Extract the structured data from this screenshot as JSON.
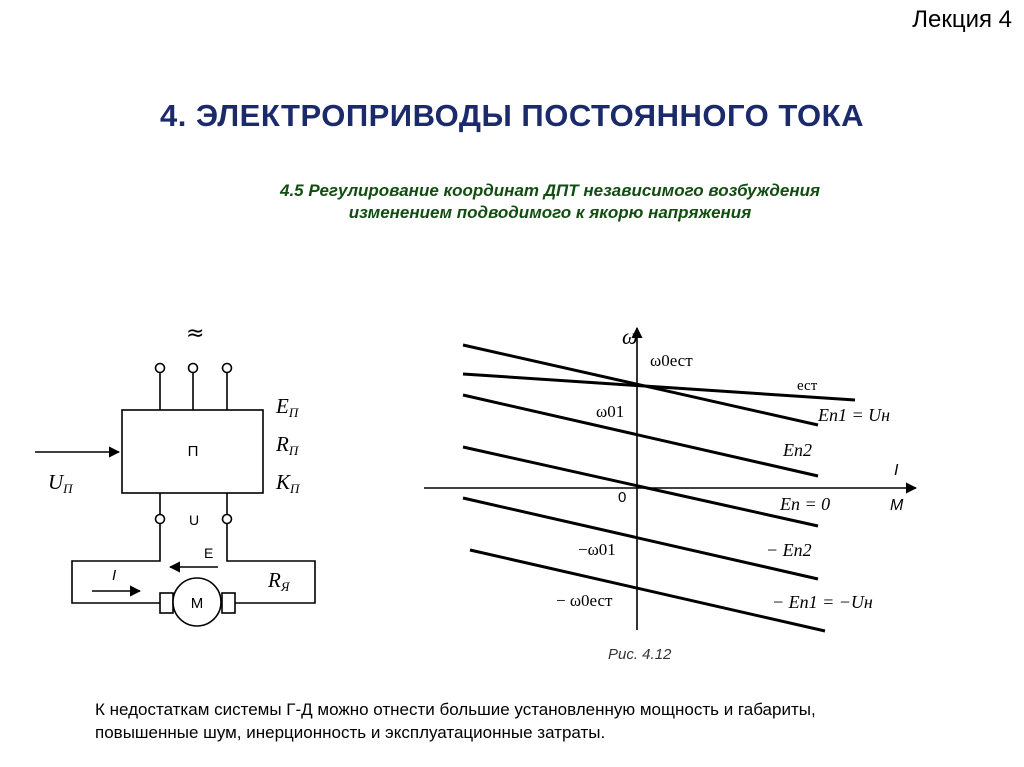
{
  "lecture_label": "Лекция 4",
  "title": "4. ЭЛЕКТРОПРИВОДЫ ПОСТОЯННОГО ТОКА",
  "subtitle_lines": [
    "4.5 Регулирование координат ДПТ независимого возбуждения",
    "изменением подводимого к якорю напряжения"
  ],
  "schematic": {
    "ac_symbol": "≈",
    "block_label": "П",
    "e_label": "E",
    "e_sub": "П",
    "r_label": "R",
    "r_sub": "П",
    "k_label": "К",
    "k_sub": "П",
    "u_in_label": "U",
    "u_in_sub": "П",
    "u_out_label": "U",
    "arrow_e_label": "E",
    "arrow_i_label": "I",
    "motor_label": "М",
    "ra_label": "R",
    "ra_sub": "Я"
  },
  "graph": {
    "y_axis_label": "ω",
    "x_axis_label_top": "I",
    "x_axis_label_bottom": "M",
    "origin_label": "0",
    "labels": {
      "w0_est": "ω0ест",
      "w01": "ω01",
      "minus_w01": "−ω01",
      "minus_w0_est": "− ω0ест",
      "est": "ест",
      "ep1_un": "Eп1 = Uн",
      "ep2": "Eп2",
      "ep_0": "Eп = 0",
      "minus_ep2": "− Eп2",
      "minus_ep1_un": "− Eп1 = −Uн"
    }
  },
  "figure_caption": "Рис. 4.12",
  "footnote_lines": [
    "К недостаткам системы Г-Д можно отнести большие установленную мощность и габариты,",
    "повышенные шум, инерционность и эксплуатационные затраты."
  ]
}
